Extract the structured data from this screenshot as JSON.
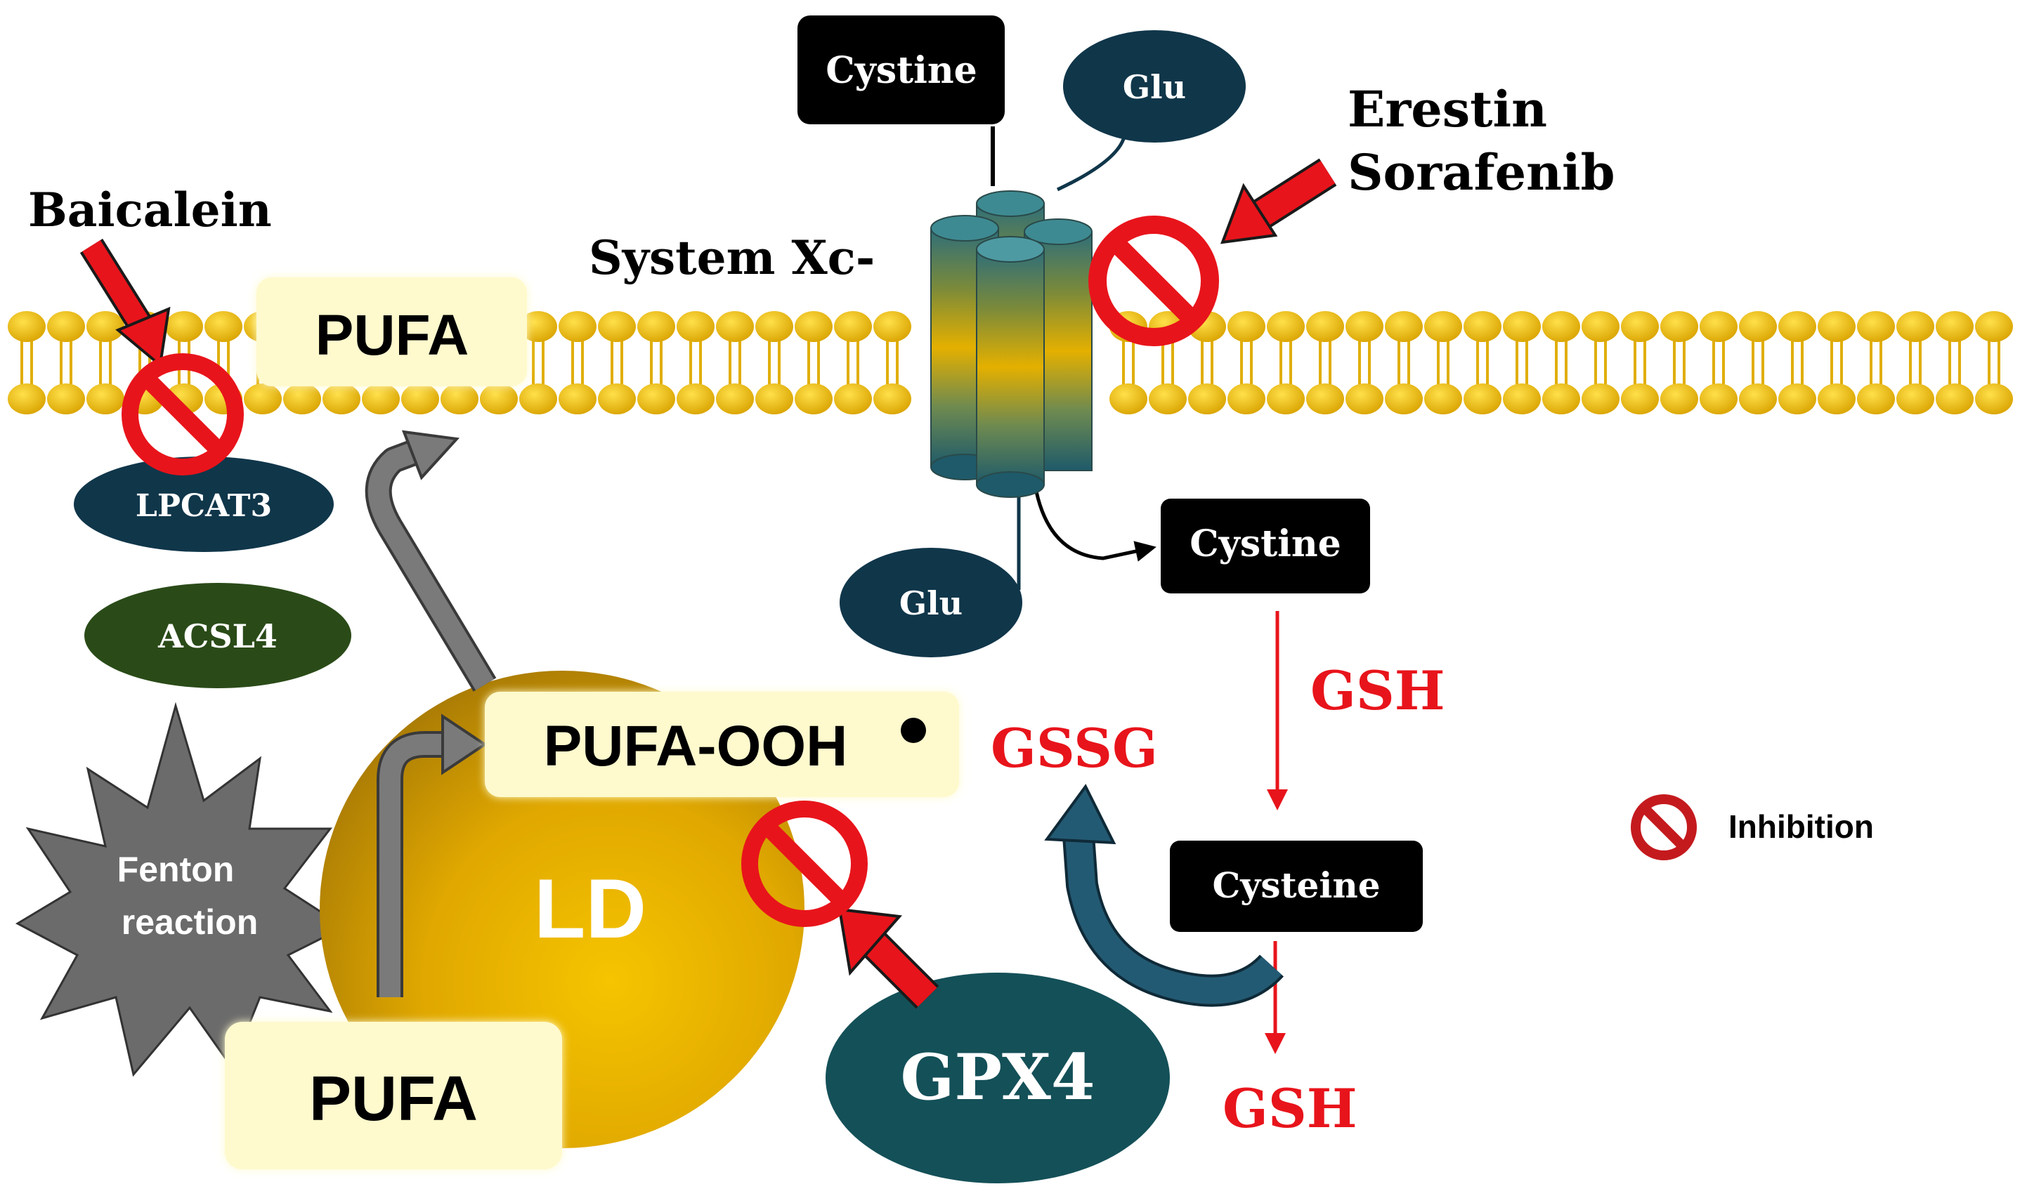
{
  "labels": {
    "baicalein": "Baicalein",
    "system_xc": "System Xc-",
    "erestin": "Erestin",
    "sorafenib": "Sorafenib",
    "pufa_membrane": "PUFA",
    "lpcat3": "LPCAT3",
    "acsl4": "ACSL4",
    "fenton_line1": "Fenton",
    "fenton_line2": "reaction",
    "pufa_ooh": "PUFA-OOH",
    "ld": "LD",
    "pufa_bottom": "PUFA",
    "cystine_top": "Cystine",
    "glu_top": "Glu",
    "glu_bottom": "Glu",
    "cystine_right": "Cystine",
    "gsh_top": "GSH",
    "gssg": "GSSG",
    "cysteine": "Cysteine",
    "gsh_bottom": "GSH",
    "gpx4": "GPX4",
    "legend_inhibition": "Inhibition"
  },
  "colors": {
    "membrane_gold": "#E8B400",
    "membrane_gold_light": "#F7CF2E",
    "navy_ellipse": "#10364A",
    "acsl4_green": "#2A4B18",
    "gpx4_teal": "#145058",
    "inhibit_red": "#E8141B",
    "text_red": "#E8141B",
    "arrow_gray": "#6E6E6E",
    "box_black": "#000000",
    "pufa_box": "#FFFACD",
    "fenton_gray": "#6B6B6B",
    "gssg_arrow": "#235A73"
  },
  "icons": [
    "inhibition-icon",
    "inhibitor-arrow",
    "starburst-shape",
    "transporter-cylinders"
  ]
}
